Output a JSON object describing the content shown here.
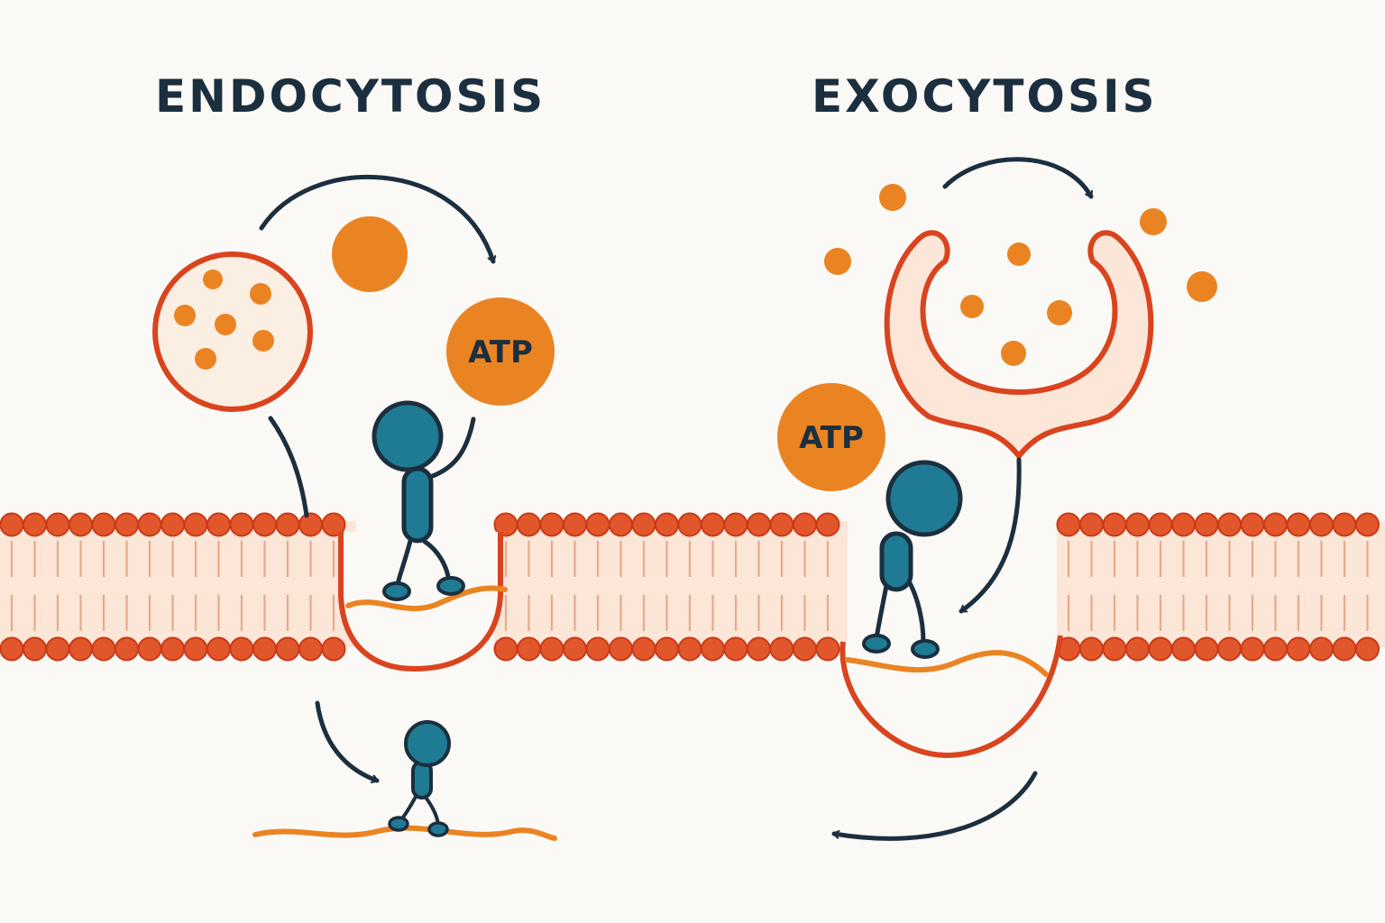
{
  "endocytosis": {
    "title": "ENDOCYTOSIS",
    "atp_label": "ATP"
  },
  "exocytosis": {
    "title": "EXOCYTOSIS",
    "atp_label": "ATP"
  },
  "colors": {
    "background": "#fbf9f5",
    "membrane_red": "#d9441f",
    "membrane_head": "#e2562c",
    "lipid_fill": "#fbe6d8",
    "cargo_orange": "#ea8423",
    "protein_teal": "#1f7b93",
    "outline_navy": "#1b2f3f"
  },
  "icons": {
    "transport_protein": "walking-protein-figure-icon",
    "energy": "atp-molecule-icon",
    "direction": "curved-arrow-icon"
  }
}
